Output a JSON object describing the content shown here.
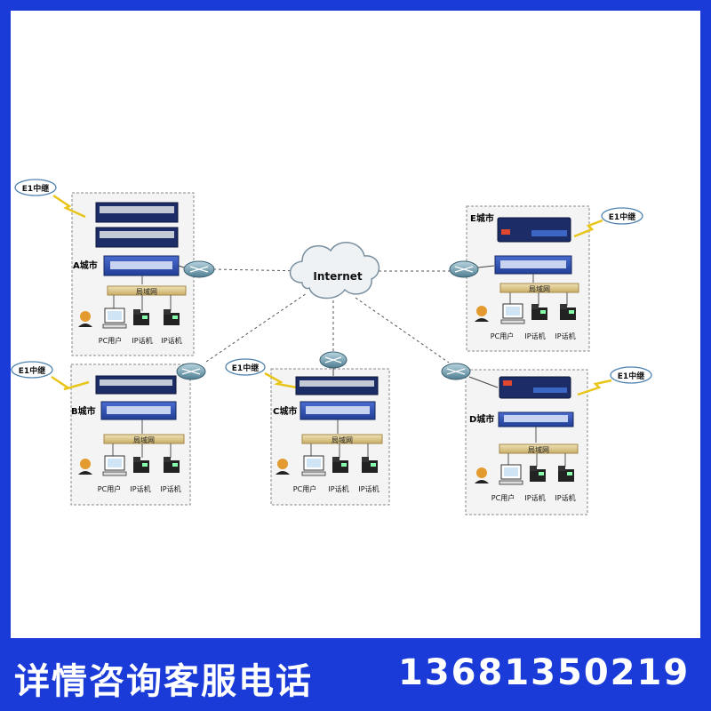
{
  "diagram": {
    "internet": {
      "label": "Internet"
    },
    "cities": [
      {
        "id": "A",
        "label": "A城市",
        "e1_label": "E1中继",
        "lan_label": "局域网",
        "devices": [
          "PC用户",
          "IP话机",
          "IP话机"
        ]
      },
      {
        "id": "B",
        "label": "B城市",
        "e1_label": "E1中继",
        "lan_label": "局域网",
        "devices": [
          "PC用户",
          "IP话机",
          "IP话机"
        ]
      },
      {
        "id": "C",
        "label": "C城市",
        "e1_label": "E1中继",
        "lan_label": "局域网",
        "devices": [
          "PC用户",
          "IP话机",
          "IP话机"
        ]
      },
      {
        "id": "D",
        "label": "D城市",
        "e1_label": "E1中继",
        "lan_label": "局域网",
        "devices": [
          "PC用户",
          "IP话机",
          "IP话机"
        ]
      },
      {
        "id": "E",
        "label": "E城市",
        "e1_label": "E1中继",
        "lan_label": "局域网",
        "devices": [
          "PC用户",
          "IP话机",
          "IP话机"
        ]
      }
    ]
  },
  "footer": {
    "label": "详情咨询客服电话",
    "phone": "13681350219"
  },
  "colors": {
    "brand_blue": "#1a3bd8",
    "switch_blue": "#2f4fb0",
    "gateway_navy": "#1c2c66",
    "lan_bar": "#d9c58a",
    "lightning": "#e8c619"
  }
}
